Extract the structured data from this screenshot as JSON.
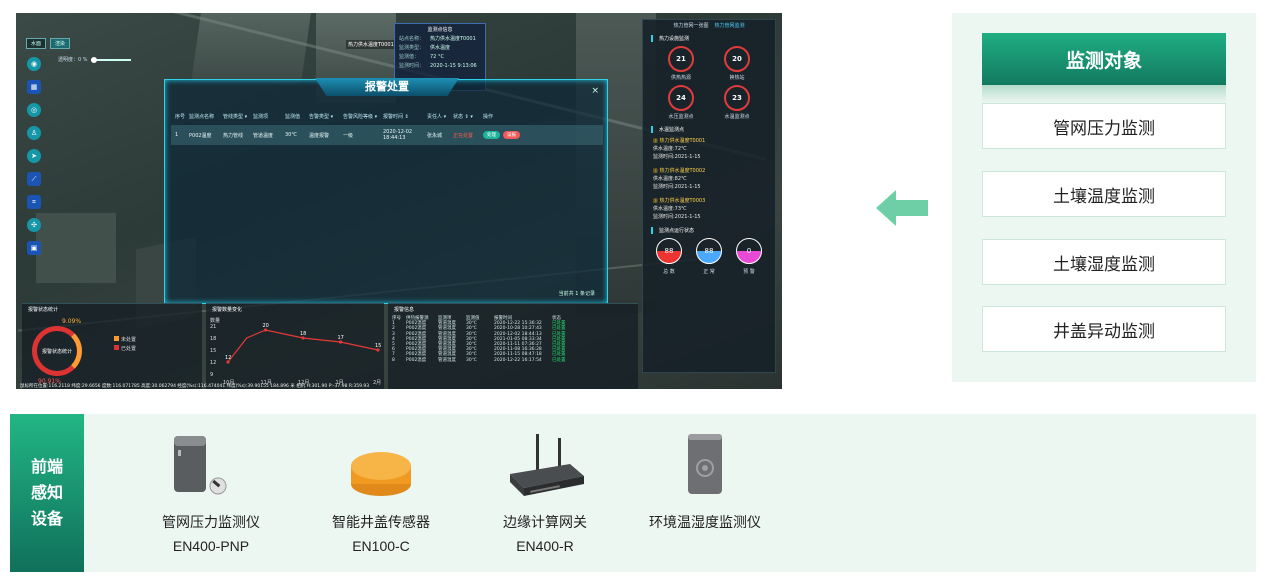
{
  "dashboard": {
    "top_buttons": [
      "水面",
      "渲染"
    ],
    "slider_label": "透明度：0 %",
    "popup": {
      "title": "监测点信息",
      "rows": [
        {
          "k": "站点名称：",
          "v": "热力供水温度T0001"
        },
        {
          "k": "监测类型：",
          "v": "供水温度"
        },
        {
          "k": "监测值：",
          "v": "72 °C"
        },
        {
          "k": "监测时间：",
          "v": "2020-1-15 9:13:06"
        }
      ],
      "tag": "热力供水温度T0001"
    },
    "modal": {
      "title": "报警处置",
      "close": "×",
      "headers": [
        "序号",
        "监测点名称",
        "管线类型 ▾",
        "监测项",
        "监测值",
        "告警类型 ▾",
        "告警风险等级 ▾",
        "报警时间 ⇕",
        "责任人 ▾",
        "状态 ⇕ ▾",
        "操作"
      ],
      "row": {
        "idx": "1",
        "name": "P002温度",
        "pipe": "热力管线",
        "item": "管道温度",
        "value": "30℃",
        "alarm": "温度报警",
        "level": "一级",
        "time": "2020-12-02 18:44:13",
        "owner": "张永城",
        "status": "正在处置",
        "op1": "处理",
        "op2": "误报"
      },
      "pager": "当前共 1 条记录"
    },
    "right_panel": {
      "tabs": [
        "热力管网一张图",
        "热力管网监测"
      ],
      "sec1": "热力设施监测",
      "circles": [
        {
          "n": "21",
          "label": "供热热源"
        },
        {
          "n": "20",
          "label": "换热站"
        },
        {
          "n": "24",
          "label": "水压监测点"
        },
        {
          "n": "23",
          "label": "水温监测点"
        }
      ],
      "sec2": "水温监测点",
      "sensors": [
        {
          "name": "热力供水温度T0001",
          "temp": "供水温度:72℃",
          "time": "监测时间:2021-1-15"
        },
        {
          "name": "热力供水温度T0002",
          "temp": "供水温度:82℃",
          "time": "监测时间:2021-1-15"
        },
        {
          "name": "热力供水温度T0003",
          "temp": "供水温度:73℃",
          "time": "监测时间:2021-1-15"
        }
      ],
      "sec3": "监测点运行状态",
      "status": [
        {
          "n": "88",
          "label": "总 数"
        },
        {
          "n": "88",
          "label": "正 常"
        },
        {
          "n": "0",
          "label": "预 警"
        }
      ]
    },
    "bottom": {
      "p1_title": "报警状态统计",
      "p1_center": "报警状态统计",
      "p1_pct_a": "9.09%",
      "p1_pct_b": "90.91%",
      "p1_legend": [
        "未处置",
        "已处置"
      ],
      "p2_title": "报警数量变化",
      "p2_unit": "数量",
      "p2_months": [
        "10月",
        "11月",
        "12月",
        "1月",
        "2月"
      ],
      "p3_title": "报警信息",
      "p3_headers": [
        "序号",
        "供热报警源",
        "监测项",
        "监测值",
        "报警时间",
        "状态"
      ],
      "p3_rows": [
        [
          "1",
          "P002温度",
          "管道温度",
          "30℃",
          "2020-12-22 15:36:32",
          "已处置"
        ],
        [
          "2",
          "P002温度",
          "管道温度",
          "30℃",
          "2020-10-28 10:27:43",
          "已处置"
        ],
        [
          "3",
          "P002温度",
          "管道温度",
          "30℃",
          "2020-12-02 18:44:13",
          "已处置"
        ],
        [
          "4",
          "P002温度",
          "管道温度",
          "30℃",
          "2021-01-05 08:33:34",
          "已处置"
        ],
        [
          "5",
          "P002温度",
          "管道温度",
          "30℃",
          "2020-11-11 07:36:27",
          "已处置"
        ],
        [
          "6",
          "P002温度",
          "管道温度",
          "30℃",
          "2020-11-08 16:36:28",
          "已处置"
        ],
        [
          "7",
          "P002温度",
          "管道温度",
          "30℃",
          "2020-11-15 08:47:18",
          "已处置"
        ],
        [
          "8",
          "P002温度",
          "管道温度",
          "30℃",
          "2020-12-22 16:17:54",
          "已处置"
        ]
      ],
      "coords": "鼠标所在位置:116.2118 纬度:29.6656 度数:116.071785 高度:30.062794 经度(%s):116.474041 纬度(%s):39.90155 184.896 米 相机 H:301.90 P:-37.98 R:359.93"
    }
  },
  "chart_data": {
    "type": "line",
    "title": "报警数量变化",
    "xlabel": "",
    "ylabel": "数量",
    "categories": [
      "10月",
      "",
      "11月",
      "",
      "12月",
      "",
      "1月",
      "",
      "2月"
    ],
    "values": [
      12,
      18,
      20,
      19,
      18,
      17.5,
      17,
      16,
      15
    ],
    "labels": {
      "12": 12,
      "20": 20,
      "18": 18,
      "17": 17,
      "15": 15
    },
    "ylim": [
      9,
      21
    ],
    "yticks": [
      9,
      12,
      15,
      18,
      21
    ],
    "color": "#e53935"
  },
  "arrow": {
    "color": "#6ecfa6",
    "icon": "arrow-left-icon"
  },
  "monitoring": {
    "header": "监测对象",
    "items": [
      "管网压力监测",
      "土壤温度监测",
      "土壤湿度监测",
      "井盖异动监测"
    ]
  },
  "devices": {
    "label_lines": [
      "前端",
      "感知",
      "设备"
    ],
    "items": [
      {
        "name": "管网压力监测仪",
        "model": "EN400-PNP",
        "icon": "pressure-monitor-icon"
      },
      {
        "name": "智能井盖传感器",
        "model": "EN100-C",
        "icon": "manhole-sensor-icon"
      },
      {
        "name": "边缘计算网关",
        "model": "EN400-R",
        "icon": "edge-gateway-icon"
      },
      {
        "name": "环境温湿度监测仪",
        "model": "",
        "icon": "humidity-monitor-icon"
      }
    ]
  }
}
